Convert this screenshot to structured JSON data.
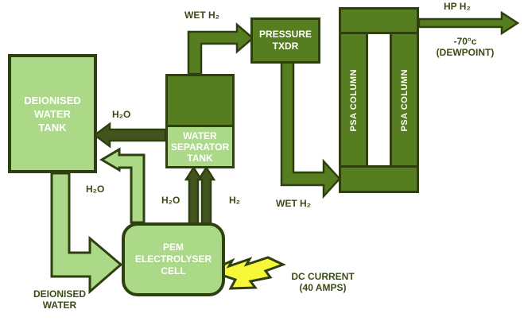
{
  "colors": {
    "light_green": "#abd987",
    "olive": "#567d20",
    "dark_olive_arrow": "#42551e",
    "outline": "#2f4010",
    "bolt_yellow": "#f7f73a",
    "label_text": "#3b4c16",
    "box_text": "#ffffff",
    "background": "#ffffff"
  },
  "nodes": {
    "deionised_tank": {
      "lines": [
        "DEIONISED",
        "WATER",
        "TANK"
      ]
    },
    "water_separator": {
      "lines": [
        "WATER",
        "SEPARATOR",
        "TANK"
      ]
    },
    "pressure_txdr": {
      "lines": [
        "PRESSURE",
        "TXDR"
      ]
    },
    "psa_columns": [
      "PSA COLUMN",
      "PSA COLUMN"
    ],
    "pem_cell": {
      "lines": [
        "PEM",
        "ELECTROLYSER",
        "CELL"
      ]
    }
  },
  "labels": {
    "wet_h2_top": "WET H₂",
    "h2o_upper": "H₂O",
    "h2o_left": "H₂O",
    "h2o_mid": "H₂O",
    "h2": "H₂",
    "wet_h2_bottom": "WET H₂",
    "hp_h2": "HP H₂",
    "dewpoint_temp": "-70°c",
    "dewpoint": "(DEWPOINT)",
    "dc_current": "DC CURRENT",
    "dc_current_amps": "(40 AMPS)",
    "deionised_water_line1": "DEIONISED",
    "deionised_water_line2": "WATER"
  },
  "flows": [
    {
      "from": "WATER SEPARATOR TANK",
      "to": "PRESSURE TXDR",
      "label": "WET H₂"
    },
    {
      "from": "PRESSURE TXDR",
      "to": "PSA COLUMNS",
      "label": "WET H₂"
    },
    {
      "from": "PSA COLUMNS",
      "to": "output",
      "label": "HP H₂ -70°c (DEWPOINT)"
    },
    {
      "from": "WATER SEPARATOR TANK",
      "to": "DEIONISED WATER TANK",
      "label": "H₂O"
    },
    {
      "from": "PEM ELECTROLYSER CELL",
      "to": "WATER SEPARATOR TANK",
      "label": "H₂O"
    },
    {
      "from": "PEM ELECTROLYSER CELL",
      "to": "WATER SEPARATOR TANK",
      "label": "H₂"
    },
    {
      "from": "PEM ELECTROLYSER CELL",
      "to": "DEIONISED WATER TANK",
      "label": "H₂O"
    },
    {
      "from": "DEIONISED WATER TANK",
      "to": "PEM ELECTROLYSER CELL",
      "label": "DEIONISED WATER"
    },
    {
      "from": "DC CURRENT (40 AMPS)",
      "to": "PEM ELECTROLYSER CELL",
      "label": "DC CURRENT (40 AMPS)"
    }
  ]
}
